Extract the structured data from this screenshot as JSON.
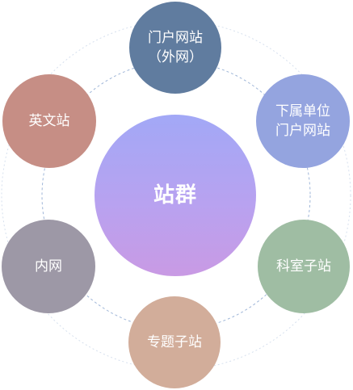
{
  "diagram": {
    "center": {
      "label": "站群"
    },
    "nodes": [
      {
        "id": "portal-external",
        "lines": [
          "门户网站",
          "（外网）"
        ],
        "color": "#607c9f"
      },
      {
        "id": "subordinate-portals",
        "lines": [
          "下属单位",
          "门户网站"
        ],
        "color": "#94a4df"
      },
      {
        "id": "department-sites",
        "lines": [
          "科室子站"
        ],
        "color": "#9fbda3"
      },
      {
        "id": "topic-sites",
        "lines": [
          "专题子站"
        ],
        "color": "#d2ad9a"
      },
      {
        "id": "intranet",
        "lines": [
          "内网"
        ],
        "color": "#9d98a6"
      },
      {
        "id": "english-site",
        "lines": [
          "英文站"
        ],
        "color": "#c68e85"
      }
    ],
    "ring_color": "#c9d6ea"
  }
}
